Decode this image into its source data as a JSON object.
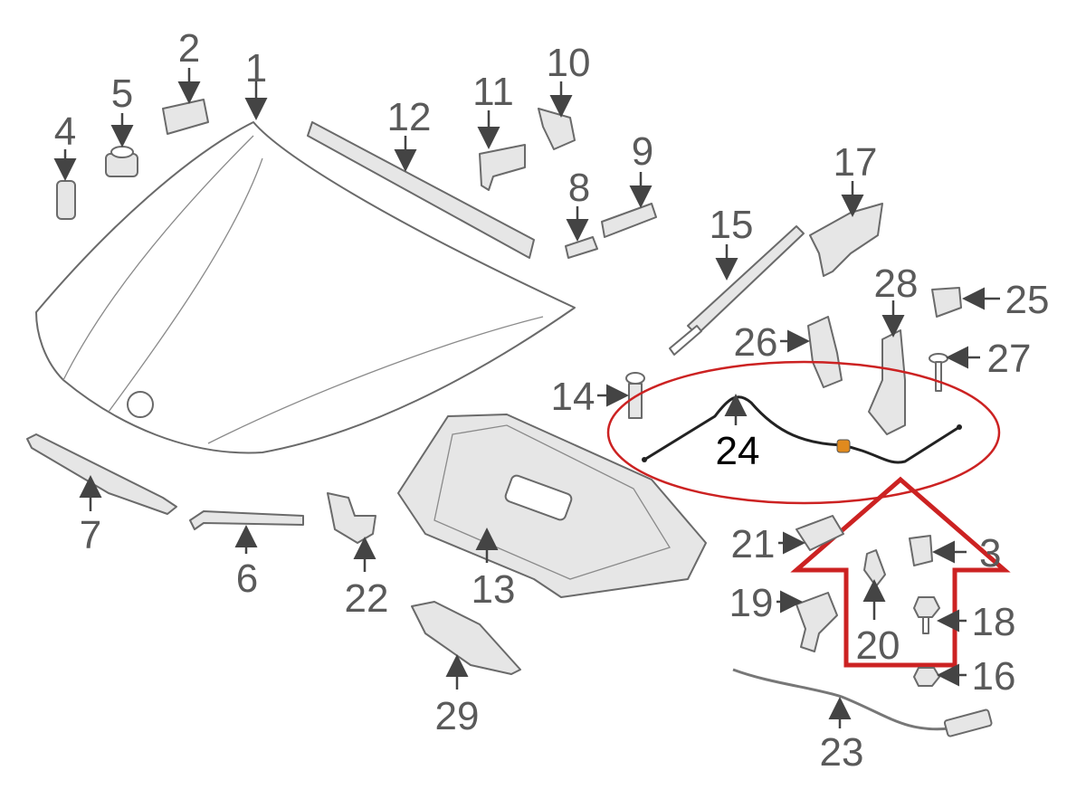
{
  "diagram": {
    "title": "Hood assembly exploded parts diagram",
    "highlight_color": "#cc2222",
    "highlighted_part": "24",
    "callouts": [
      "1",
      "2",
      "3",
      "4",
      "5",
      "6",
      "7",
      "8",
      "9",
      "10",
      "11",
      "12",
      "13",
      "14",
      "15",
      "16",
      "17",
      "18",
      "19",
      "20",
      "21",
      "22",
      "23",
      "24",
      "25",
      "26",
      "27",
      "28",
      "29"
    ]
  }
}
